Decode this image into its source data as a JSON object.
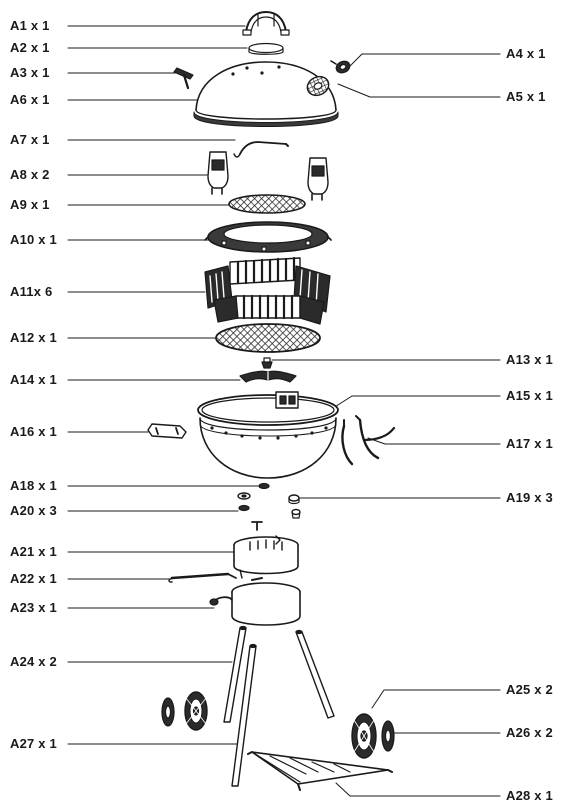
{
  "diagram": {
    "title": "",
    "left_labels": [
      {
        "id": "A1",
        "text": "A1 x 1"
      },
      {
        "id": "A2",
        "text": "A2 x 1"
      },
      {
        "id": "A3",
        "text": "A3 x 1"
      },
      {
        "id": "A6",
        "text": "A6 x 1"
      },
      {
        "id": "A7",
        "text": "A7 x 1"
      },
      {
        "id": "A8",
        "text": "A8 x 2"
      },
      {
        "id": "A9",
        "text": "A9 x 1"
      },
      {
        "id": "A10",
        "text": "A10 x 1"
      },
      {
        "id": "A11",
        "text": "A11x 6"
      },
      {
        "id": "A12",
        "text": "A12 x 1"
      },
      {
        "id": "A14",
        "text": "A14 x 1"
      },
      {
        "id": "A16",
        "text": "A16 x 1"
      },
      {
        "id": "A18",
        "text": "A18 x 1"
      },
      {
        "id": "A20",
        "text": "A20 x 3"
      },
      {
        "id": "A21",
        "text": "A21 x 1"
      },
      {
        "id": "A22",
        "text": "A22 x 1"
      },
      {
        "id": "A23",
        "text": "A23 x 1"
      },
      {
        "id": "A24",
        "text": "A24 x 2"
      },
      {
        "id": "A27",
        "text": "A27 x 1"
      }
    ],
    "right_labels": [
      {
        "id": "A4",
        "text": "A4 x 1"
      },
      {
        "id": "A5",
        "text": "A5 x 1"
      },
      {
        "id": "A13",
        "text": "A13 x 1"
      },
      {
        "id": "A15",
        "text": "A15 x 1"
      },
      {
        "id": "A17",
        "text": "A17 x 1"
      },
      {
        "id": "A19",
        "text": "A19 x 3"
      },
      {
        "id": "A25",
        "text": "A25 x 2"
      },
      {
        "id": "A26",
        "text": "A26 x 2"
      },
      {
        "id": "A28",
        "text": "A28 x 1"
      }
    ],
    "colors": {
      "ink": "#1a1a1a",
      "fill_light": "#ffffff",
      "fill_dark": "#2b2b2b",
      "grate": "#3a3a3a"
    }
  }
}
